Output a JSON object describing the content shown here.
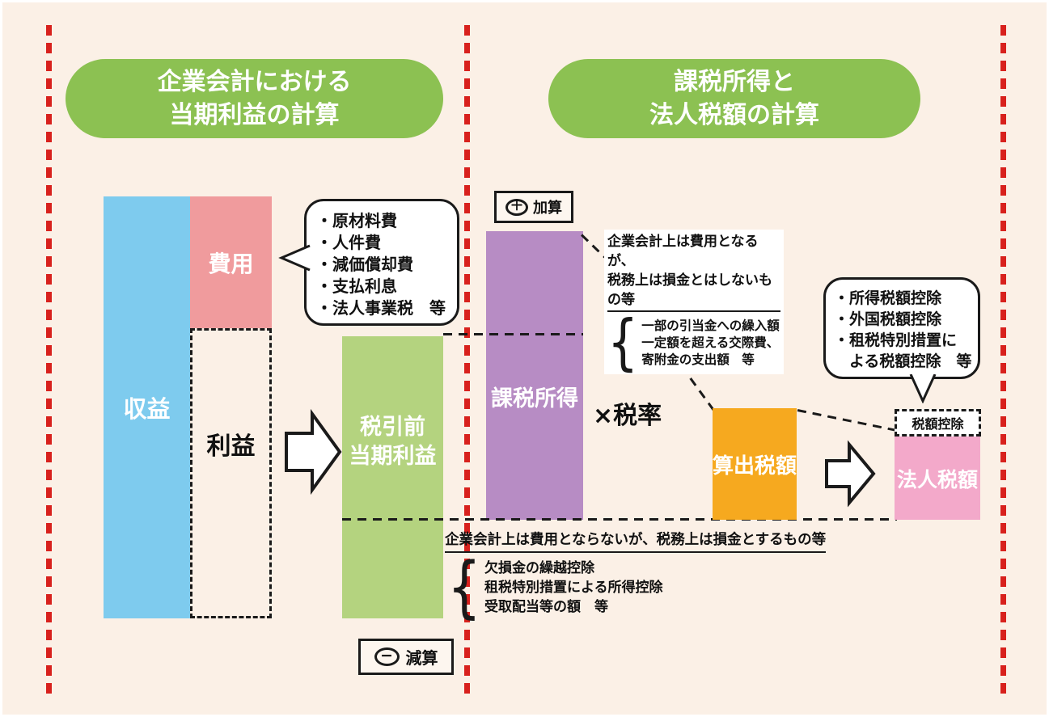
{
  "titles": {
    "left": "企業会計における\n当期利益の計算",
    "right": "課税所得と\n法人税額の計算"
  },
  "bars": {
    "revenue": {
      "label": "収益",
      "color": "#7ecbee"
    },
    "expenses": {
      "label": "費用",
      "color": "#f09b9d"
    },
    "profit": {
      "label": "利益"
    },
    "pretax_profit": {
      "label": "税引前\n当期利益",
      "color": "#b4d37f"
    },
    "taxable_income": {
      "label": "課税所得",
      "color": "#b78cc4"
    },
    "calculated_tax": {
      "label": "算出税額",
      "color": "#f6a91f"
    },
    "corporate_tax": {
      "label": "法人税額",
      "color": "#f3a9ca"
    }
  },
  "badges": {
    "addition": {
      "symbol": "＋",
      "label": "加算"
    },
    "subtraction": {
      "symbol": "−",
      "label": "減算"
    }
  },
  "bubbles": {
    "expense_items": {
      "items": [
        "・原材料費",
        "・人件費",
        "・減価償却費",
        "・支払利息",
        "・法人事業税　等"
      ]
    },
    "tax_credit_items": {
      "items": [
        "・所得税額控除",
        "・外国税額控除",
        "・租税特別措置に",
        "　よる税額控除　等"
      ]
    }
  },
  "annotations": {
    "addition_note": {
      "line1": "企業会計上は費用となるが、",
      "line2": "税務上は損金とはしないもの等",
      "brace": "{",
      "items": [
        "一部の引当金への繰入額",
        "一定額を超える交際費、",
        "寄附金の支出額　等"
      ]
    },
    "subtraction_note": {
      "heading": "企業会計上は費用とならないが、税務上は損金とするもの等",
      "brace": "{",
      "items": [
        "欠損金の繰越控除",
        "租税特別措置による所得控除",
        "受取配当等の額　等"
      ]
    },
    "tax_rate": "×税率",
    "tax_credit_box": "税額控除"
  },
  "colors": {
    "background": "#fbf0e6",
    "title_pill": "#8cc152",
    "divider_red": "#d8211d",
    "line_black": "#1a1a1a"
  }
}
